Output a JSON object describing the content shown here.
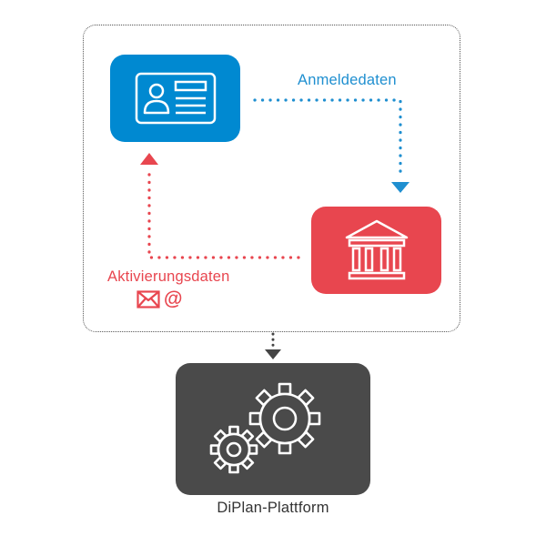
{
  "flows": {
    "credentials_label": "Anmeldedaten",
    "activation_label": "Aktivierungsdaten"
  },
  "platform": {
    "label": "DiPlan-Plattform"
  },
  "icons": {
    "identity": "id-card-icon",
    "authority": "bank-building-icon",
    "platform": "gears-icon",
    "mail": "envelope-icon",
    "at": "at-icon",
    "at_glyph": "@"
  },
  "colors": {
    "blue": "#0089d1",
    "red": "#e8464f",
    "dark": "#4a4a4a",
    "border": "#555555"
  }
}
